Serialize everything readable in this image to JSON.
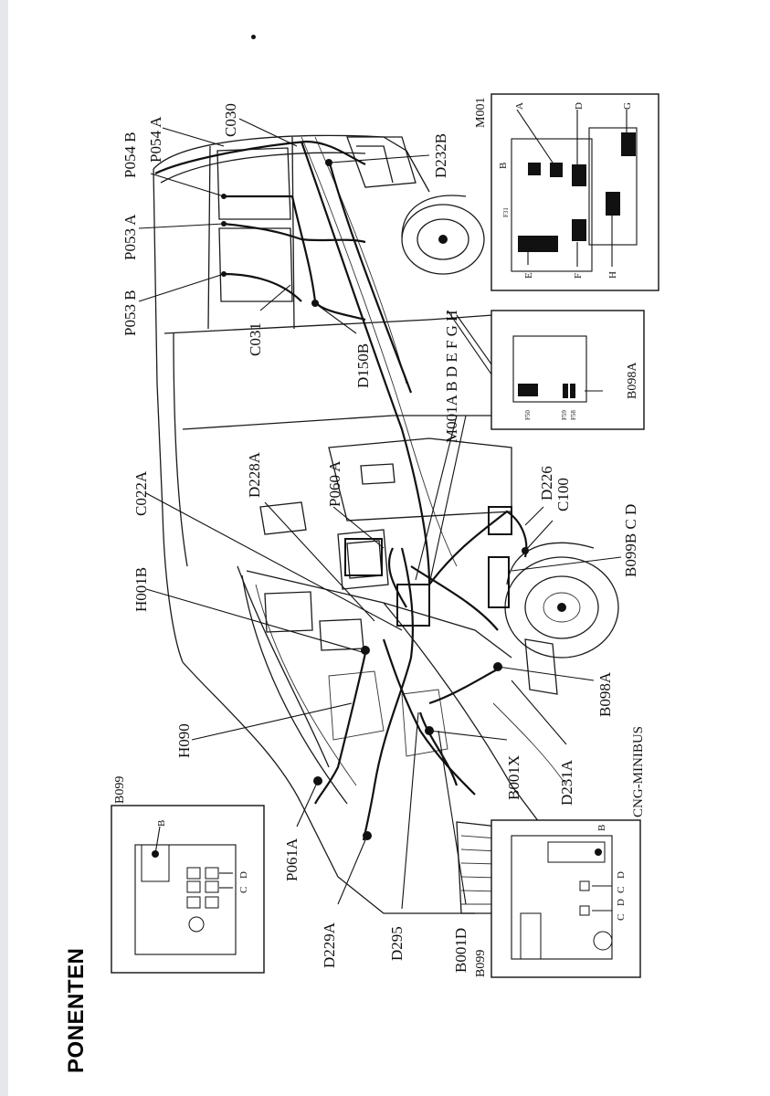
{
  "page": {
    "section_title": "PONENTEN"
  },
  "callouts": {
    "c030": "C030",
    "p054a": "P054 A",
    "p054b": "P054 B",
    "p053a": "P053 A",
    "p053b": "P053 B",
    "c031": "C031",
    "d150b": "D150B",
    "d232b": "D232B",
    "m001_fuses": "M001A B D E F G H",
    "d226": "D226",
    "c100": "C100",
    "b099bcd": "B099B C D",
    "b098a": "B098A",
    "p060a": "P060 A",
    "d228a": "D228A",
    "c022a": "C022A",
    "h001b": "H001B",
    "h090": "H090",
    "p061a": "P061A",
    "d229a": "D229A",
    "d295": "D295",
    "b001d": "B001D",
    "b001x": "B001X",
    "d231a": "D231A",
    "cng_minibus": "CNG-MINIBUS"
  },
  "insets": {
    "m001": {
      "title": "M001",
      "letters": [
        "A",
        "B",
        "D",
        "G",
        "E",
        "F",
        "H"
      ],
      "fuse_label": "F31"
    },
    "b098": {
      "title": "B098A",
      "letters": [
        "F50",
        "F59",
        "F58"
      ]
    },
    "b099_top": {
      "title": "B099",
      "letters": [
        "B",
        "C",
        "D"
      ]
    },
    "b099_bottom": {
      "title": "B099",
      "letters": [
        "B",
        "C",
        "D",
        "C",
        "D"
      ]
    }
  }
}
